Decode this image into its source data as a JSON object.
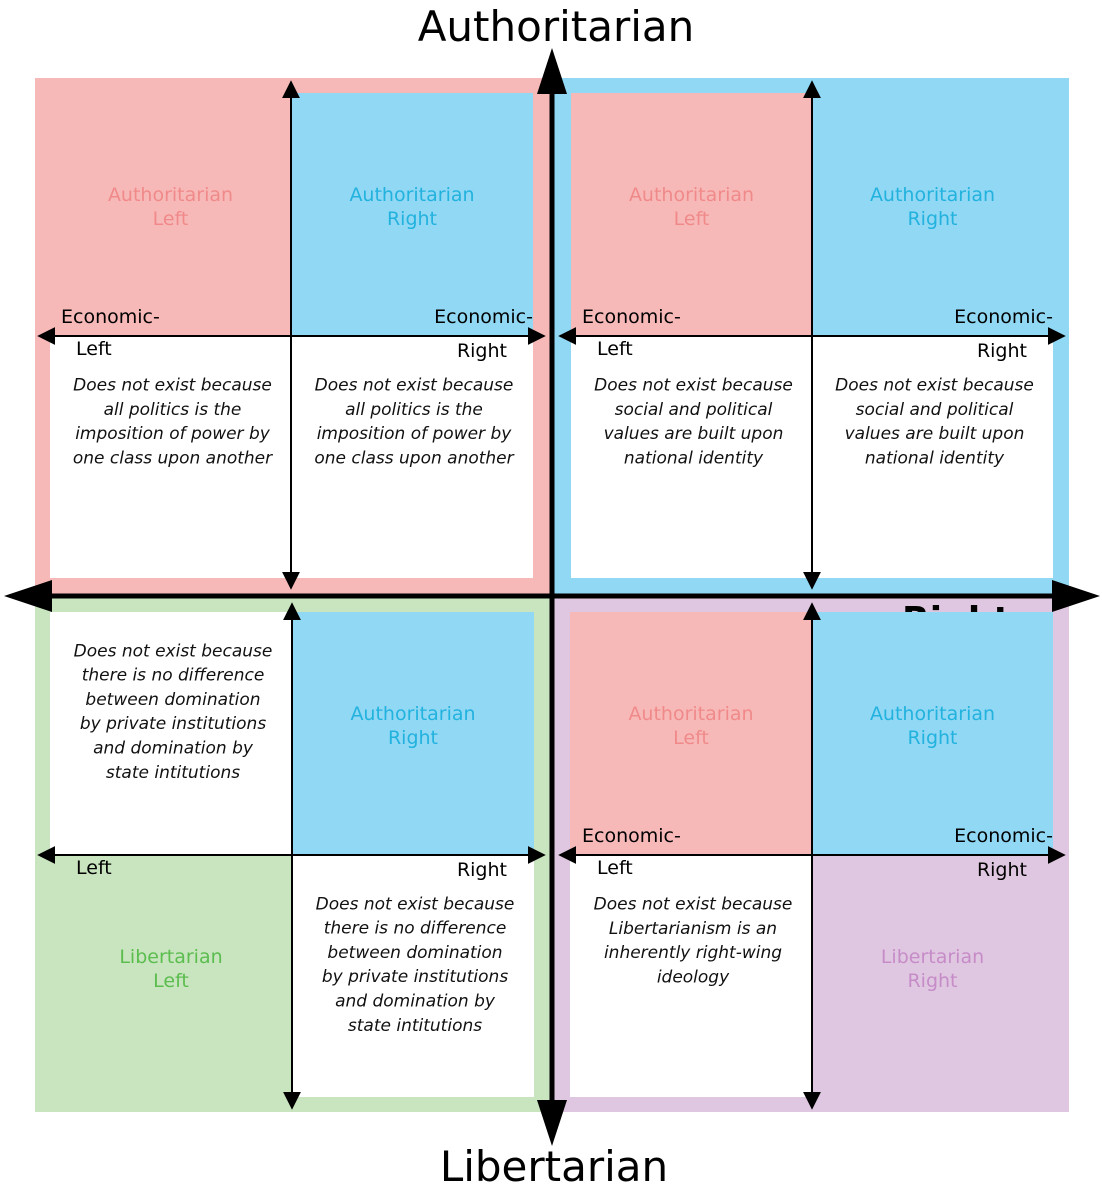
{
  "title_top": "Authoritarian",
  "title_bottom": "Libertarian",
  "hidden_right_fragment": "Right",
  "colors": {
    "red": "#f7b9b8",
    "blue": "#91d8f5",
    "green": "#c8e5bf",
    "purple": "#e0c7e1",
    "red_text": "#f08a8a",
    "blue_text": "#22b2de",
    "green_text": "#5cbd4f",
    "purple_text": "#c68cc8"
  },
  "quadrants": [
    {
      "name": "top-left",
      "cells": {
        "tl": {
          "kind": "label",
          "lines": [
            "Authoritarian",
            "Left"
          ],
          "color": "red"
        },
        "tr": {
          "kind": "label",
          "lines": [
            "Authoritarian",
            "Right"
          ],
          "color": "blue"
        },
        "bl": {
          "kind": "note",
          "lines": [
            "Does not exist because",
            "all politics is the",
            "imposition of power by",
            "one class upon another"
          ]
        },
        "br": {
          "kind": "note",
          "lines": [
            "Does not exist because",
            "all politics is the",
            "imposition of power by",
            "one class upon another"
          ]
        }
      },
      "axis": {
        "left_top": "Economic-",
        "left_bottom": "Left",
        "right_top": "Economic-",
        "right_bottom": "Right"
      }
    },
    {
      "name": "top-right",
      "cells": {
        "tl": {
          "kind": "label",
          "lines": [
            "Authoritarian",
            "Left"
          ],
          "color": "red"
        },
        "tr": {
          "kind": "label",
          "lines": [
            "Authoritarian",
            "Right"
          ],
          "color": "blue"
        },
        "bl": {
          "kind": "note",
          "lines": [
            "Does not exist because",
            "social and political",
            "values are built upon",
            "national identity"
          ]
        },
        "br": {
          "kind": "note",
          "lines": [
            "Does not exist because",
            "social and political",
            "values are built upon",
            "national identity"
          ]
        }
      },
      "axis": {
        "left_top": "Economic-",
        "left_bottom": "Left",
        "right_top": "Economic-",
        "right_bottom": "Right"
      }
    },
    {
      "name": "bottom-left",
      "cells": {
        "tl": {
          "kind": "note",
          "lines": [
            "Does not exist because",
            "there is no difference",
            "between domination",
            "by private institutions",
            "and domination by",
            "state intitutions"
          ]
        },
        "tr": {
          "kind": "label",
          "lines": [
            "Authoritarian",
            "Right"
          ],
          "color": "blue"
        },
        "bl": {
          "kind": "label",
          "lines": [
            "Libertarian",
            "Left"
          ],
          "color": "green"
        },
        "br": {
          "kind": "note",
          "lines": [
            "Does not exist because",
            "there is no difference",
            "between domination",
            "by private institutions",
            "and domination by",
            "state intitutions"
          ]
        }
      },
      "axis": {
        "left_top": "",
        "left_bottom": "Left",
        "right_top": "",
        "right_bottom": "Right"
      }
    },
    {
      "name": "bottom-right",
      "cells": {
        "tl": {
          "kind": "label",
          "lines": [
            "Authoritarian",
            "Left"
          ],
          "color": "red"
        },
        "tr": {
          "kind": "label",
          "lines": [
            "Authoritarian",
            "Right"
          ],
          "color": "blue"
        },
        "bl": {
          "kind": "note",
          "lines": [
            "Does not exist because",
            "Libertarianism is an",
            "inherently right-wing",
            "ideology"
          ]
        },
        "br": {
          "kind": "label",
          "lines": [
            "Libertarian",
            "Right"
          ],
          "color": "purple"
        }
      },
      "axis": {
        "left_top": "Economic-",
        "left_bottom": "Left",
        "right_top": "Economic-",
        "right_bottom": "Right"
      }
    }
  ]
}
